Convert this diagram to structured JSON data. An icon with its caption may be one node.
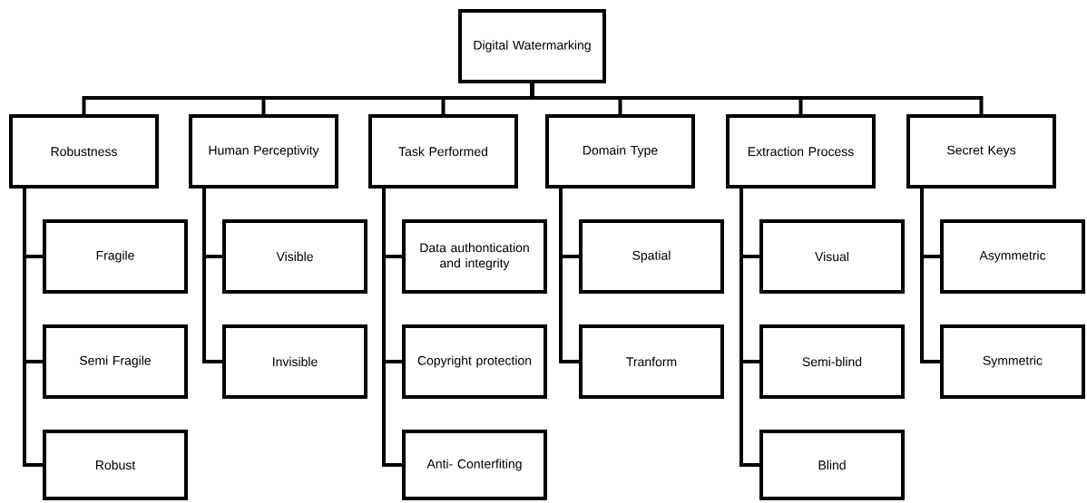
{
  "diagram": {
    "nodes": [
      {
        "text": [
          "Digital Watermarking"
        ]
      },
      {
        "text": [
          "Robustness"
        ]
      },
      {
        "text": [
          "Human Perceptivity"
        ]
      },
      {
        "text": [
          "Task Performed"
        ]
      },
      {
        "text": [
          "Domain Type"
        ]
      },
      {
        "text": [
          "Extraction Process"
        ]
      },
      {
        "text": [
          "Secret Keys"
        ]
      },
      {
        "text": [
          "Fragile"
        ]
      },
      {
        "text": [
          "Semi Fragile"
        ]
      },
      {
        "text": [
          "Robust"
        ]
      },
      {
        "text": [
          "Visible"
        ]
      },
      {
        "text": [
          "Invisible"
        ]
      },
      {
        "text": [
          "Data authontication and integrity"
        ]
      },
      {
        "text": [
          "Copyright protection"
        ]
      },
      {
        "text": [
          "Anti- Conterfiting"
        ]
      },
      {
        "text": [
          "Spatial"
        ]
      },
      {
        "text": [
          "Tranform"
        ]
      },
      {
        "text": [
          "Visual"
        ]
      },
      {
        "text": [
          "Semi-blind"
        ]
      },
      {
        "text": [
          "Blind"
        ]
      },
      {
        "text": [
          "Asymmetric"
        ]
      },
      {
        "text": [
          "Symmetric"
        ]
      }
    ],
    "edges": [
      {
        "from": 0,
        "to": 1,
        "arrow": "none"
      },
      {
        "from": 0,
        "to": 2,
        "arrow": "none"
      },
      {
        "from": 0,
        "to": 3,
        "arrow": "none"
      },
      {
        "from": 0,
        "to": 4,
        "arrow": "none"
      },
      {
        "from": 0,
        "to": 5,
        "arrow": "none"
      },
      {
        "from": 0,
        "to": 6,
        "arrow": "none"
      },
      {
        "from": 1,
        "to": 7,
        "arrow": "none"
      },
      {
        "from": 1,
        "to": 8,
        "arrow": "none"
      },
      {
        "from": 1,
        "to": 9,
        "arrow": "none"
      },
      {
        "from": 2,
        "to": 10,
        "arrow": "none"
      },
      {
        "from": 2,
        "to": 11,
        "arrow": "none"
      },
      {
        "from": 3,
        "to": 12,
        "arrow": "none"
      },
      {
        "from": 3,
        "to": 13,
        "arrow": "none"
      },
      {
        "from": 3,
        "to": 14,
        "arrow": "none"
      },
      {
        "from": 4,
        "to": 15,
        "arrow": "none"
      },
      {
        "from": 4,
        "to": 16,
        "arrow": "none"
      },
      {
        "from": 5,
        "to": 17,
        "arrow": "none"
      },
      {
        "from": 5,
        "to": 18,
        "arrow": "none"
      },
      {
        "from": 5,
        "to": 19,
        "arrow": "none"
      },
      {
        "from": 6,
        "to": 20,
        "arrow": "none"
      },
      {
        "from": 6,
        "to": 21,
        "arrow": "none"
      }
    ]
  }
}
